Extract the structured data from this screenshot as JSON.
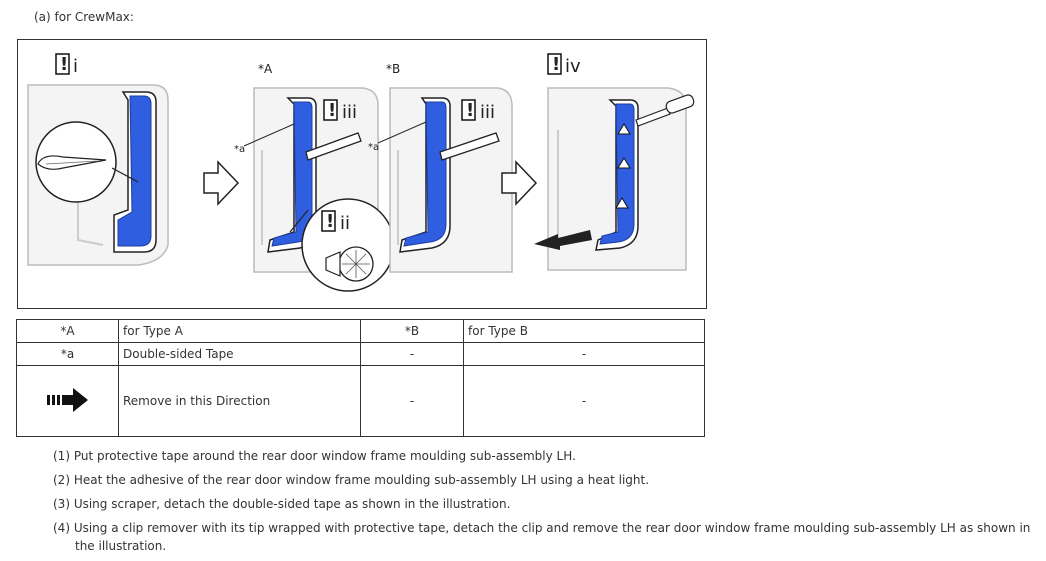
{
  "heading": "(a) for CrewMax:",
  "figure": {
    "label_A": "*A",
    "label_B": "*B",
    "label_a": "*a",
    "step_i": "i",
    "step_ii": "ii",
    "step_iii": "iii",
    "step_iv": "iv"
  },
  "legend": {
    "row1": {
      "code1": "*A",
      "desc1": "for Type A",
      "code2": "*B",
      "desc2": "for Type B"
    },
    "row2": {
      "code1": "*a",
      "desc1": "Double-sided Tape",
      "code2": "-",
      "desc2": "-"
    },
    "row3": {
      "icon": "remove-direction-arrow",
      "desc1": "Remove in this Direction",
      "code2": "-",
      "desc2": "-"
    }
  },
  "steps": [
    "(1) Put protective tape around the rear door window frame moulding sub-assembly LH.",
    "(2) Heat the adhesive of the rear door window frame moulding sub-assembly LH using a heat light.",
    "(3) Using scraper, detach the double-sided tape as shown in the illustration.",
    "(4) Using a clip remover with its tip wrapped with protective tape, detach the clip and remove the rear door window frame moulding sub-assembly LH as shown in the illustration."
  ],
  "colors": {
    "moulding_blue": "#2f5fe0",
    "border": "#333333"
  }
}
